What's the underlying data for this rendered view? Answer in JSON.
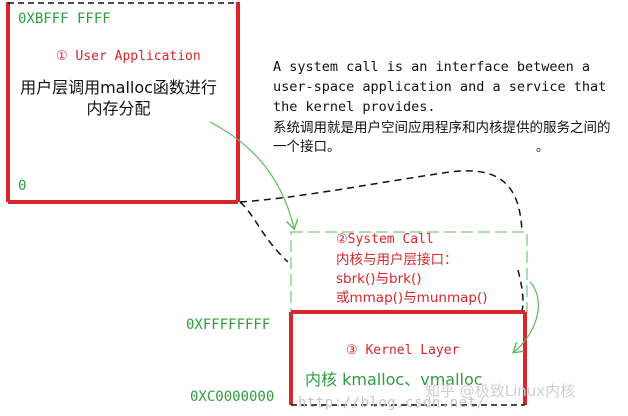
{
  "user_space": {
    "top_address": "0XBFFF FFFF",
    "title": "① User Application",
    "description": "用户层调用malloc函数进行内存分配",
    "bottom_address": "0"
  },
  "description": {
    "english": "A system call is an interface between a user-space application and a service that the kernel provides.",
    "chinese": "系统调用就是用户空间应用程序和内核提供的服务之间的一个接口。",
    "stray_mark": "。"
  },
  "system_call": {
    "title": "②System Call",
    "lines": [
      "内核与用户层接口：",
      "sbrk()与brk()",
      "或mmap()与munmap()"
    ]
  },
  "kernel": {
    "top_address": "0XFFFFFFFF",
    "title": "③ Kernel Layer",
    "description": "内核 kmalloc、vmalloc",
    "bottom_address": "0XC0000000"
  },
  "watermarks": {
    "blog": "http://blog.csdn.net/",
    "zhihu": "知乎 @极致Linux内核"
  },
  "colors": {
    "red_box": "#d9262a",
    "green_text": "#2e9e3c",
    "arrow": "#5cb85c"
  }
}
